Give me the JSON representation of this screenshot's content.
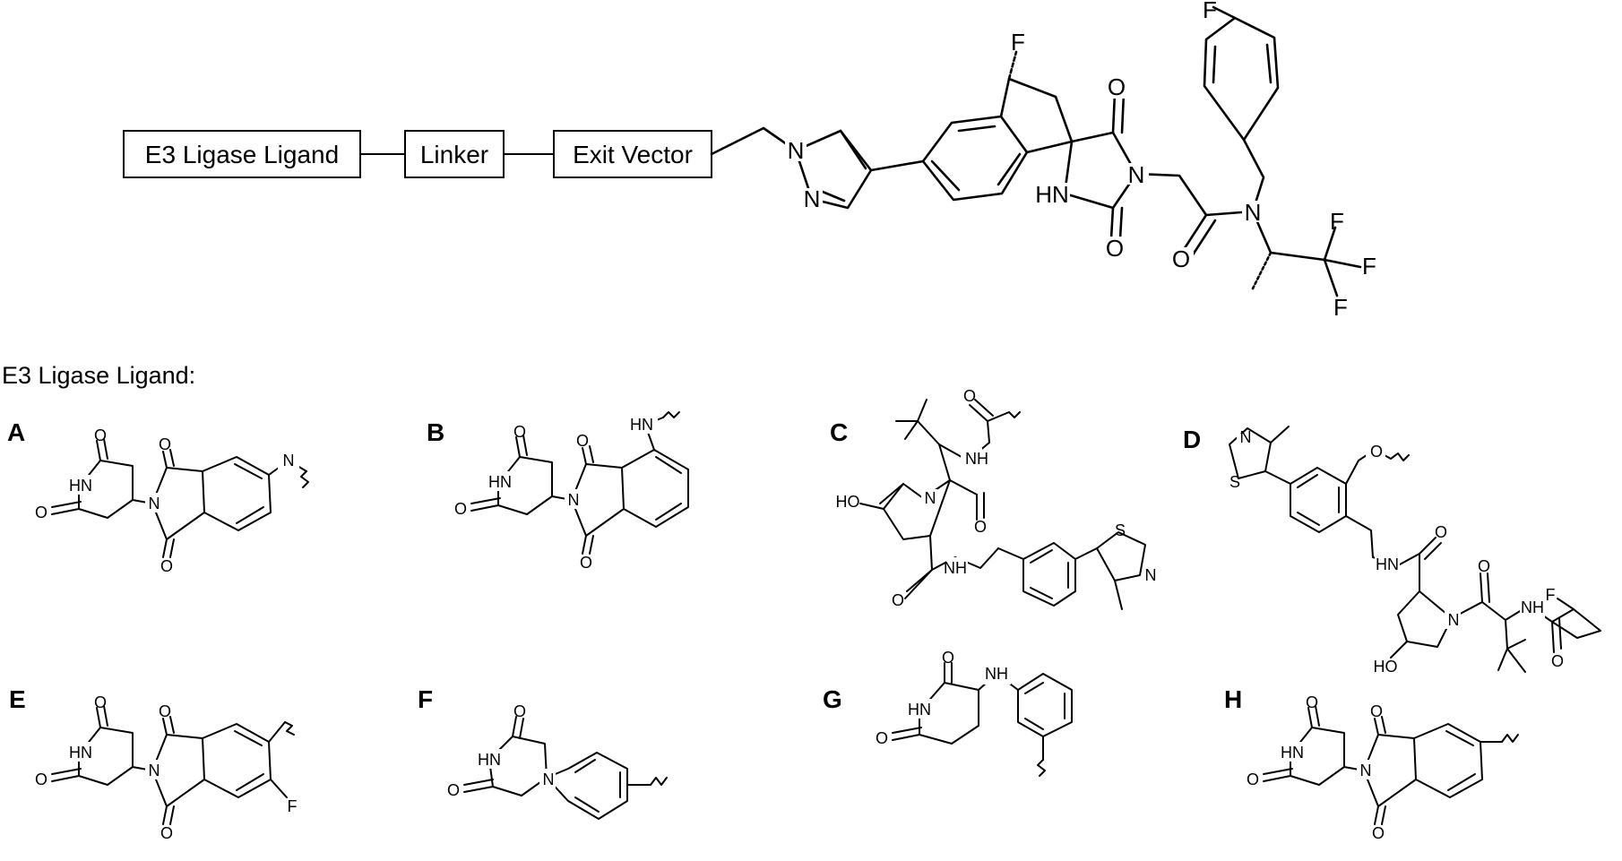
{
  "scheme": {
    "boxes": {
      "e3": "E3 Ligase Ligand",
      "linker": "Linker",
      "exit": "Exit Vector"
    },
    "atoms": {
      "F": "F",
      "O": "O",
      "N": "N",
      "NH": "NH",
      "HN": "HN",
      "HO": "HO",
      "S": "S"
    }
  },
  "section_heading": "E3 Ligase Ligand:",
  "panels": {
    "A": "A",
    "B": "B",
    "C": "C",
    "D": "D",
    "E": "E",
    "F": "F",
    "G": "G",
    "H": "H"
  }
}
